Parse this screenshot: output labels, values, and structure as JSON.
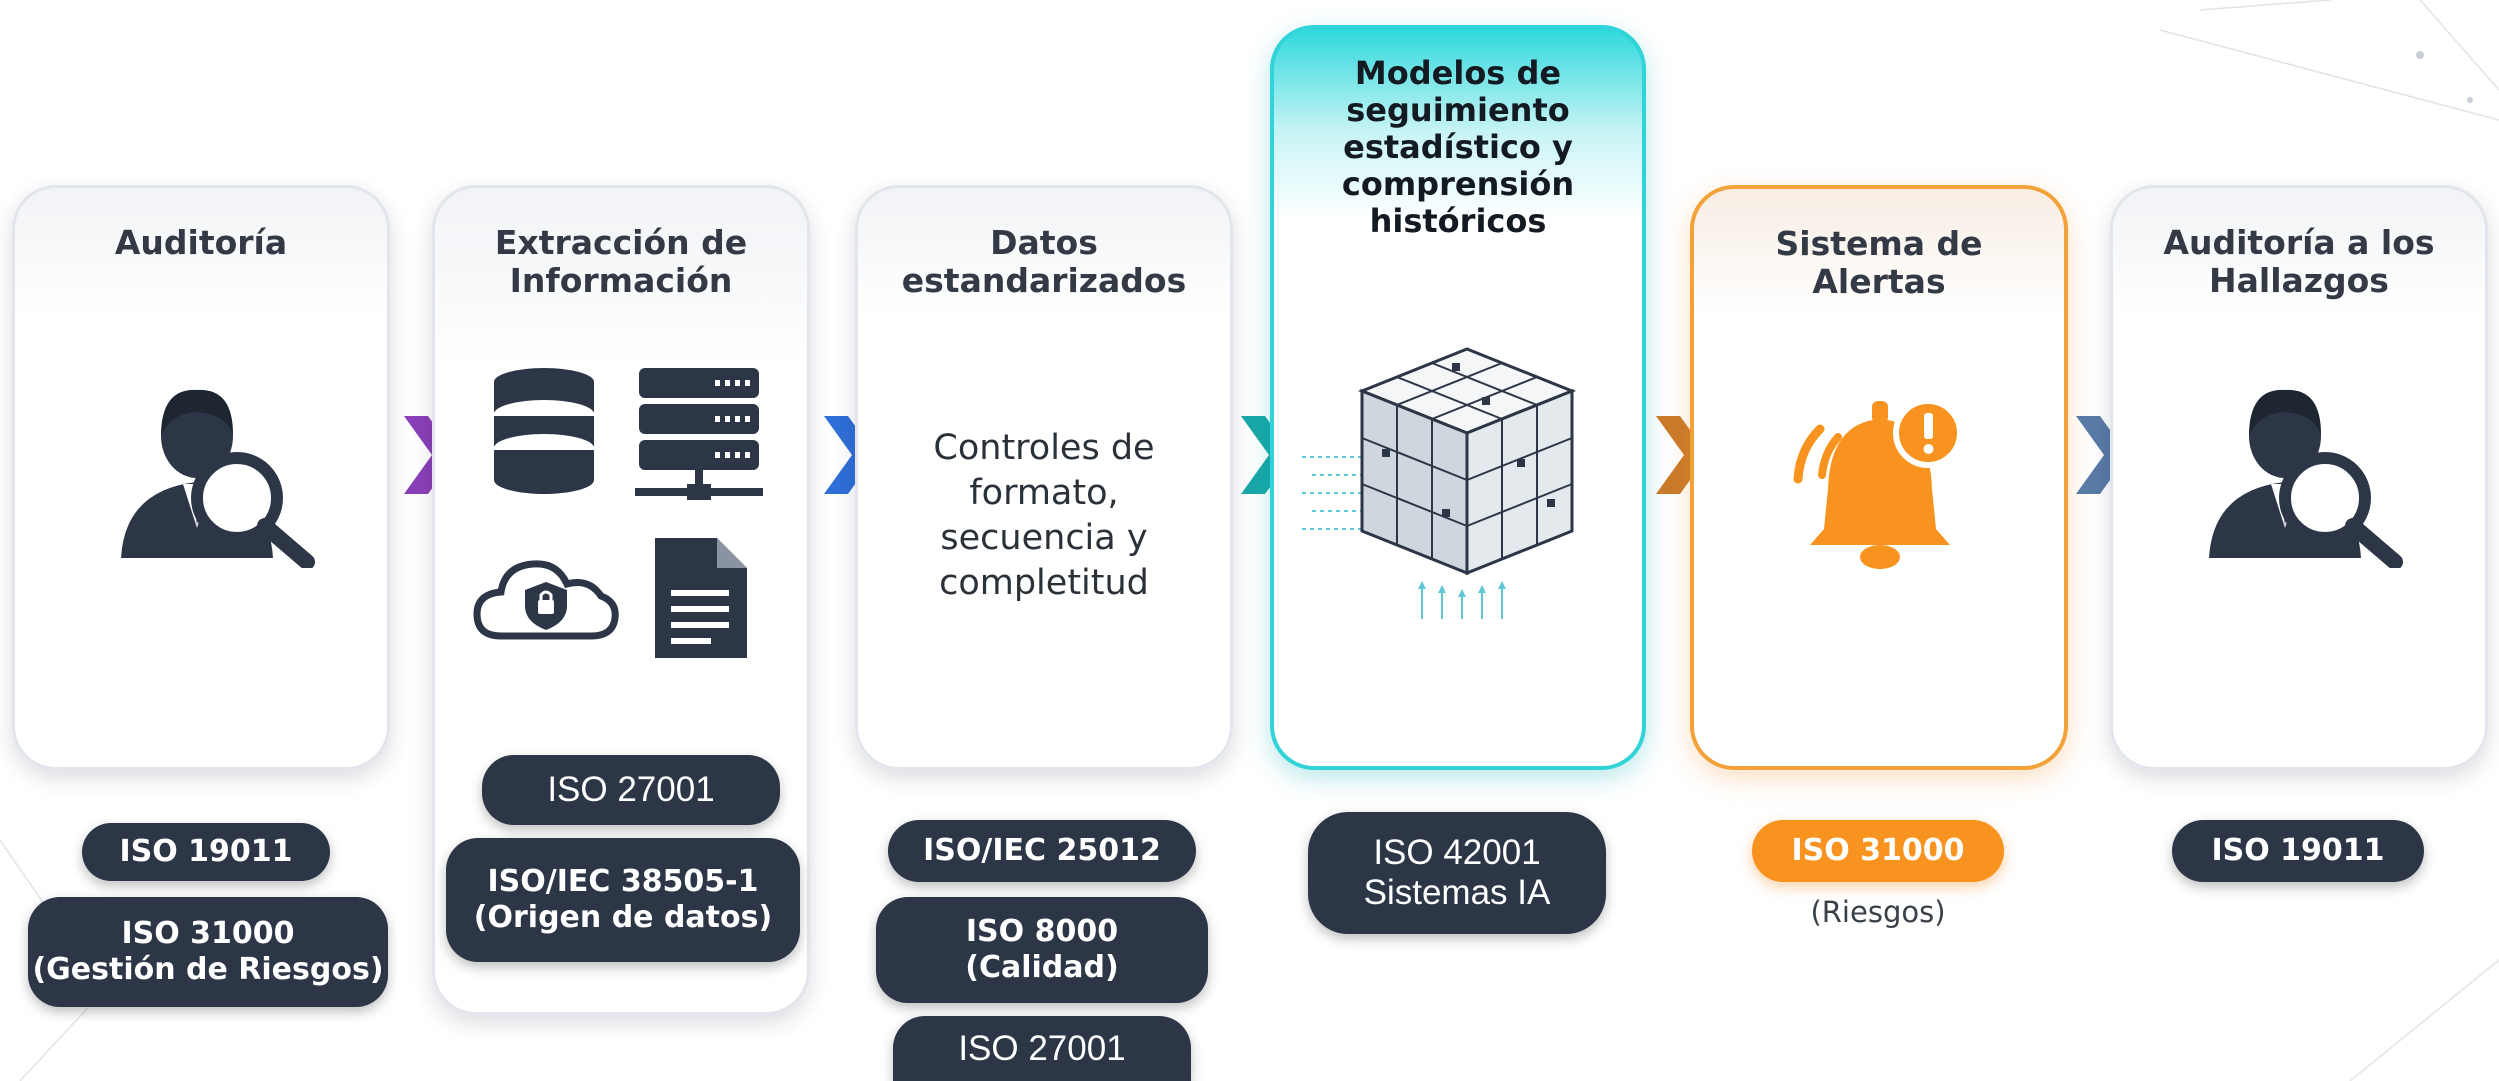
{
  "steps": [
    {
      "title": "Auditoría",
      "icon": "auditor-magnifier-icon",
      "standards": [
        "ISO 19011",
        "ISO 31000\n(Gestión de Riesgos)"
      ]
    },
    {
      "title": "Extracción de\nInformación",
      "icons": [
        "database-icon",
        "server-icon",
        "cloud-lock-icon",
        "document-icon"
      ],
      "standards": [
        "ISO 27001",
        "ISO/IEC 38505-1\n(Origen de datos)"
      ]
    },
    {
      "title": "Datos\nestandarizados",
      "body": "Controles de\nformato,\nsecuencia y\ncompletitud",
      "standards": [
        "ISO/IEC 25012",
        "ISO 8000\n(Calidad)",
        "ISO 27001"
      ]
    },
    {
      "title": "Modelos de\nseguimiento\nestadístico y\ncomprensión\nhistóricos",
      "icon": "data-cube-icon",
      "standards": [
        "ISO 42001\nSistemas IA"
      ]
    },
    {
      "title": "Sistema de\nAlertas",
      "icon": "alert-bell-icon",
      "standards": [
        "ISO 31000"
      ],
      "caption": "(Riesgos)"
    },
    {
      "title": "Auditoría a los\nHallazgos",
      "icon": "auditor-magnifier-icon",
      "standards": [
        "ISO 19011"
      ]
    }
  ],
  "colors": {
    "pill": "#2c3646",
    "accent_teal": "#2fd3d8",
    "accent_orange": "#f7931e",
    "chevron_1": "#8a3fb8",
    "chevron_2": "#2f6fd8",
    "chevron_3": "#1aa6a6",
    "chevron_4": "#c97a2a",
    "chevron_5": "#5a7aa8"
  }
}
